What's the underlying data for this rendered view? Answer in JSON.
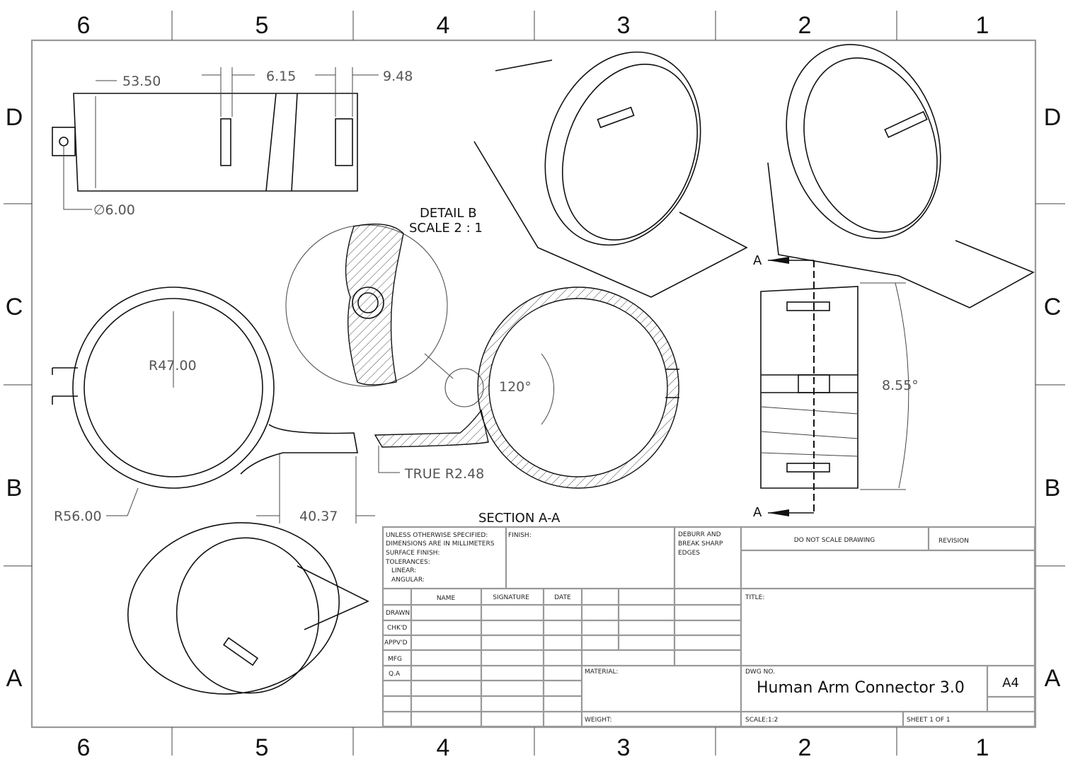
{
  "zones": {
    "columns": [
      "6",
      "5",
      "4",
      "3",
      "2",
      "1"
    ],
    "rows": [
      "D",
      "C",
      "B",
      "A"
    ]
  },
  "dimensions": {
    "length": "53.50",
    "slot_offset": "6.15",
    "slot_width": "9.48",
    "hole_diameter": "∅6.00",
    "inner_radius": "R47.00",
    "outer_radius": "R56.00",
    "arm_length": "40.37",
    "angle": "120°",
    "true_radius": "TRUE R2.48",
    "taper_angle": "8.55°"
  },
  "labels": {
    "detail_b_title": "DETAIL B",
    "detail_b_scale": "SCALE 2 : 1",
    "section_title": "SECTION A-A",
    "section_marker_top": "A",
    "section_marker_bottom": "A"
  },
  "title_block": {
    "general_notes": [
      "UNLESS OTHERWISE SPECIFIED:",
      "DIMENSIONS ARE IN MILLIMETERS",
      "SURFACE FINISH:",
      "TOLERANCES:",
      "LINEAR:",
      "ANGULAR:"
    ],
    "finish": "FINISH:",
    "deburr": [
      "DEBURR AND",
      "BREAK SHARP",
      "EDGES"
    ],
    "do_not_scale": "DO NOT SCALE DRAWING",
    "revision": "REVISION",
    "headers": [
      "NAME",
      "SIGNATURE",
      "DATE"
    ],
    "roles": [
      "DRAWN",
      "CHK'D",
      "APPV'D",
      "MFG",
      "Q.A"
    ],
    "title_label": "TITLE:",
    "material": "MATERIAL:",
    "weight": "WEIGHT:",
    "dwg_no_label": "DWG NO.",
    "dwg_no": "Human Arm Connector 3.0",
    "size": "A4",
    "scale": "SCALE:1:2",
    "sheet": "SHEET 1 OF 1"
  }
}
